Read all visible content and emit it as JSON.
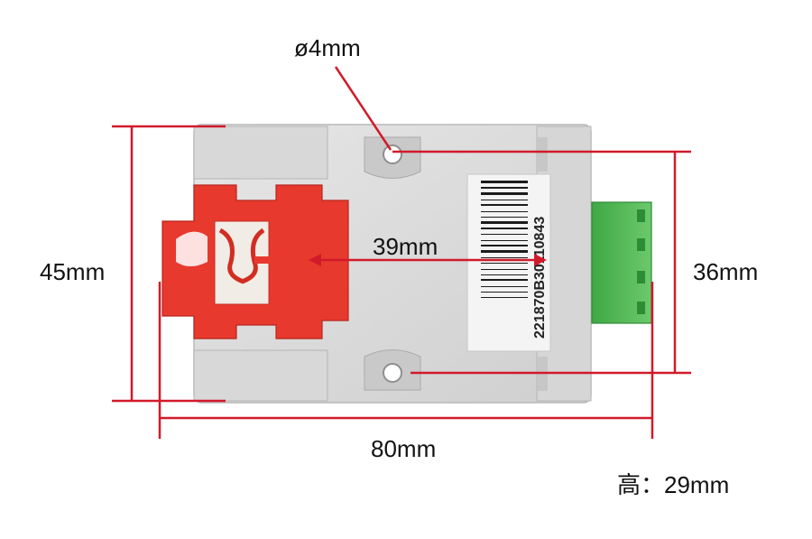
{
  "dimensions": {
    "hole_diameter": "ø4mm",
    "height": "45mm",
    "hole_spacing": "39mm",
    "mount_spacing": "36mm",
    "width": "80mm",
    "depth": "高：29mm"
  },
  "label_sticker": {
    "serial": "221870B30110843"
  },
  "colors": {
    "dimension_line": "#d11a2a",
    "housing": "#dcdcdc",
    "clip": "#e8392e",
    "terminal": "#4fb84f"
  }
}
